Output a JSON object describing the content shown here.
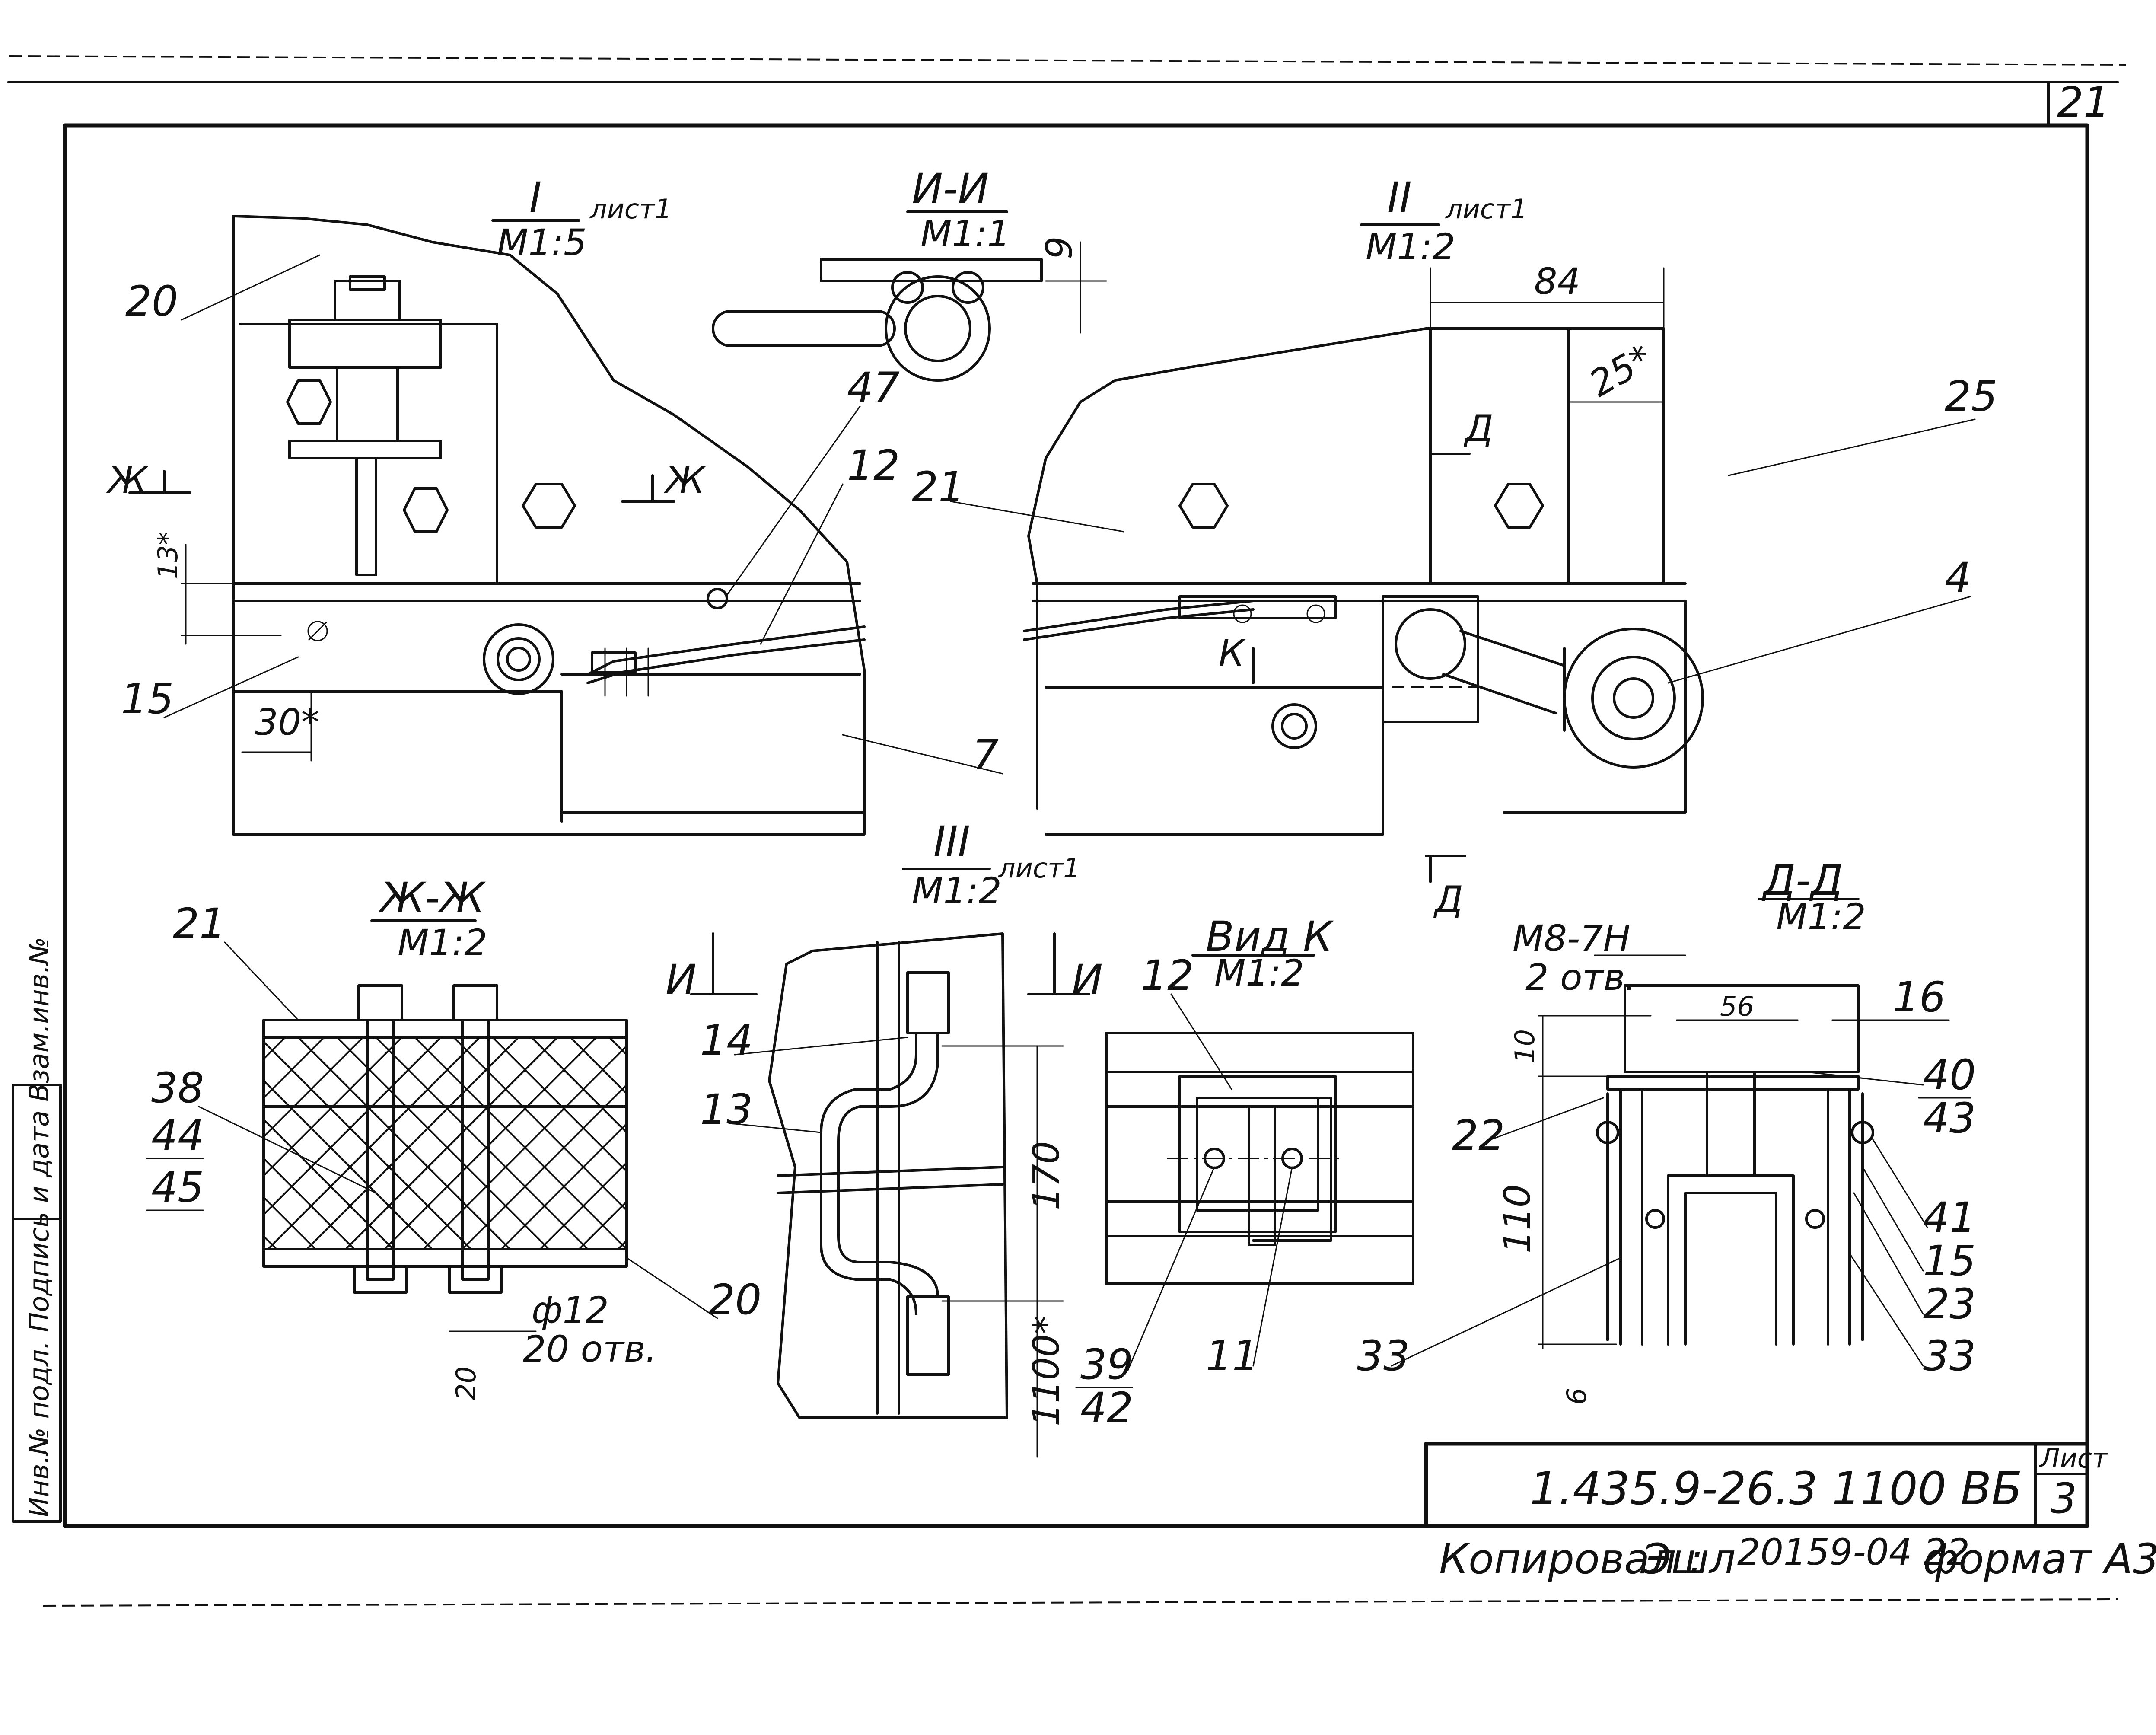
{
  "sheet_number": "21",
  "views": {
    "view_I": {
      "title": "I",
      "scale": "M1:5",
      "ref": "лист1"
    },
    "section_I_I": {
      "title": "И-И",
      "scale": "M1:1",
      "dim": "9"
    },
    "view_II": {
      "title": "II",
      "scale": "M1:2",
      "ref": "лист1"
    },
    "view_III": {
      "title": "III",
      "scale": "M1:2",
      "ref": "лист1"
    },
    "section_Zh_Zh": {
      "title": "Ж-Ж",
      "scale": "M1:2"
    },
    "view_K": {
      "title": "Вид К",
      "scale": "M1:2"
    },
    "section_D_D": {
      "title": "Д-Д",
      "scale": "M1:2"
    }
  },
  "callouts": {
    "c20a": "20",
    "c15a": "15",
    "c47": "47",
    "c12a": "12",
    "c21a": "21",
    "c7": "7",
    "c25": "25",
    "c4": "4",
    "c21b": "21",
    "c38": "38",
    "c44": "44",
    "c45": "45",
    "c20b": "20",
    "c14": "14",
    "c13": "13",
    "c12b": "12",
    "c39": "39",
    "c42": "42",
    "c11": "11",
    "c22": "22",
    "c33a": "33",
    "c16": "16",
    "c40": "40",
    "c43": "43",
    "c41": "41",
    "c15b": "15",
    "c23": "23",
    "c33b": "33"
  },
  "section_marks": {
    "zh_left": "Ж",
    "zh_right": "Ж",
    "i_left": "И",
    "i_right": "И",
    "k": "К",
    "d_top": "Д",
    "d_bottom": "Д"
  },
  "dimensions": {
    "d13": "13*",
    "d30": "30*",
    "d84": "84",
    "d25": "25*",
    "d170": "170",
    "d1100": "1100*",
    "d110": "110",
    "d10": "10",
    "d6": "6",
    "d56": "56",
    "d20": "20",
    "hole": "ф12",
    "holes_count": "20 отв.",
    "thread": "M8-7H",
    "thread_count": "2 отв."
  },
  "side_stamp": "Инв.№ подл. Подпись и дата Взам.инв.№",
  "title_block": {
    "designation": "1.435.9-26.3 1100 ВБ",
    "sheet_label": "Лист",
    "sheet_value": "3"
  },
  "footer": {
    "copied_label": "Копировал :",
    "signature": "Эшл",
    "order": "20159-04 22",
    "format": "формат А3"
  }
}
